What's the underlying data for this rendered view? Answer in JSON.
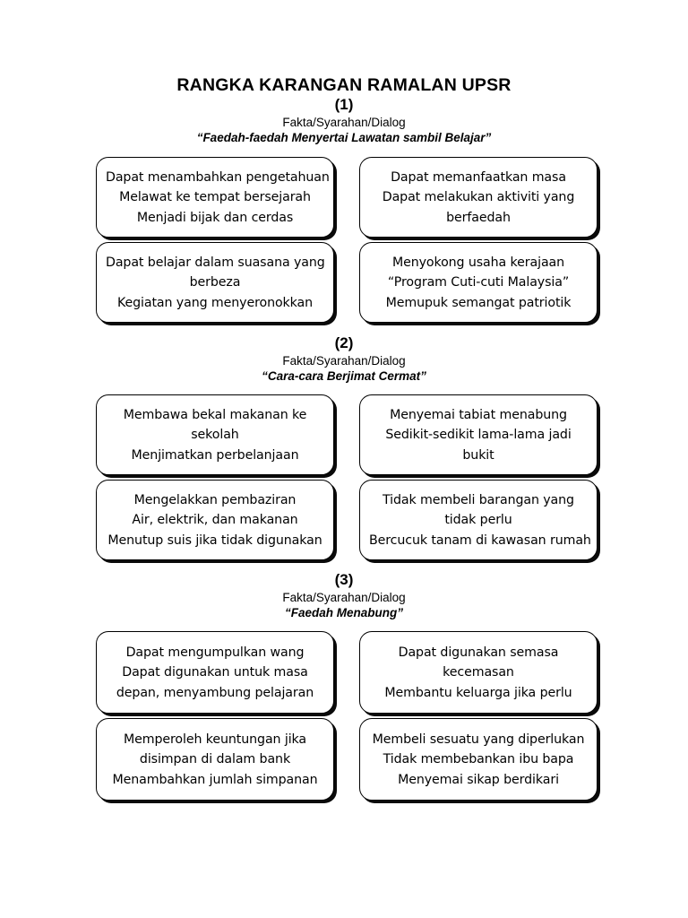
{
  "document": {
    "title": "RANGKA KARANGAN RAMALAN UPSR",
    "background_color": "#ffffff",
    "text_color": "#000000",
    "box_border_color": "#000000",
    "box_shadow_color": "#0a0a0a"
  },
  "sections": [
    {
      "number": "(1)",
      "kind": "Fakta/Syarahan/Dialog",
      "topic": "“Faedah-faedah Menyertai Lawatan sambil Belajar”",
      "boxes": [
        {
          "lines": [
            "Dapat menambahkan pengetahuan",
            "Melawat ke tempat bersejarah",
            "Menjadi bijak dan cerdas"
          ]
        },
        {
          "lines": [
            "Dapat memanfaatkan masa",
            "Dapat melakukan aktiviti yang",
            "berfaedah"
          ]
        },
        {
          "lines": [
            "Dapat belajar dalam suasana yang",
            "berbeza",
            "Kegiatan yang menyeronokkan"
          ]
        },
        {
          "lines": [
            "Menyokong usaha kerajaan",
            "“Program Cuti-cuti Malaysia”",
            "Memupuk semangat patriotik"
          ]
        }
      ]
    },
    {
      "number": "(2)",
      "kind": "Fakta/Syarahan/Dialog",
      "topic": "“Cara-cara Berjimat Cermat”",
      "boxes": [
        {
          "lines": [
            "Membawa bekal makanan ke",
            "sekolah",
            "Menjimatkan perbelanjaan"
          ]
        },
        {
          "lines": [
            "Menyemai tabiat menabung",
            "Sedikit-sedikit lama-lama jadi",
            "bukit"
          ]
        },
        {
          "lines": [
            "Mengelakkan pembaziran",
            "Air, elektrik, dan makanan",
            "Menutup suis jika tidak digunakan"
          ]
        },
        {
          "lines": [
            "Tidak membeli barangan yang",
            "tidak perlu",
            "Bercucuk tanam di kawasan rumah"
          ]
        }
      ]
    },
    {
      "number": "(3)",
      "kind": "Fakta/Syarahan/Dialog",
      "topic": "“Faedah Menabung”",
      "boxes": [
        {
          "lines": [
            "Dapat mengumpulkan wang",
            "Dapat digunakan untuk masa",
            "depan, menyambung pelajaran"
          ]
        },
        {
          "lines": [
            "Dapat digunakan semasa",
            "kecemasan",
            "Membantu keluarga jika perlu"
          ]
        },
        {
          "lines": [
            "Memperoleh keuntungan jika",
            "disimpan di dalam bank",
            "Menambahkan jumlah simpanan"
          ]
        },
        {
          "lines": [
            "Membeli sesuatu yang diperlukan",
            "Tidak membebankan ibu bapa",
            "Menyemai sikap berdikari"
          ]
        }
      ]
    }
  ]
}
